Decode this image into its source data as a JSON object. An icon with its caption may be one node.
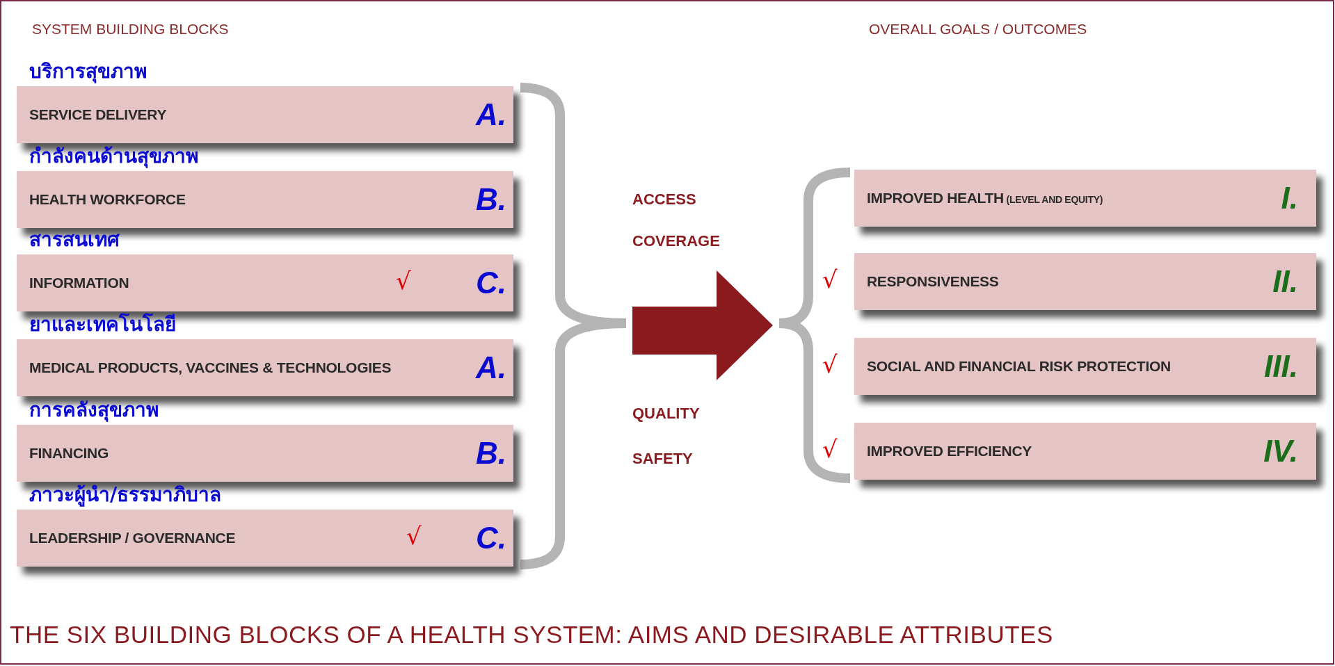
{
  "diagram": {
    "title": "THE SIX BUILDING BLOCKS OF A HEALTH SYSTEM: AIMS AND DESIRABLE ATTRIBUTES",
    "nodes": [
      {
        "text": [
          "บริการสุขภาพ",
          "SERVICE DELIVERY",
          "A."
        ]
      },
      {
        "text": [
          "กำลังคนด้านสุขภาพ",
          "HEALTH WORKFORCE",
          "B."
        ]
      },
      {
        "text": [
          "สารสนเทศ",
          "INFORMATION",
          "√",
          "C."
        ]
      },
      {
        "text": [
          "ยาและเทคโนโลยี",
          "MEDICAL PRODUCTS, VACCINES & TECHNOLOGIES",
          "A."
        ]
      },
      {
        "text": [
          "การคลังสุขภาพ",
          "FINANCING",
          "B."
        ]
      },
      {
        "text": [
          "ภาวะผู้นำ/ธรรมาภิบาล",
          "LEADERSHIP / GOVERNANCE",
          "√",
          "C."
        ]
      },
      {
        "text": [
          "IMPROVED HEALTH",
          "(LEVEL AND EQUITY)",
          "I."
        ]
      },
      {
        "text": [
          "RESPONSIVENESS",
          "II."
        ],
        "beside": [
          "√"
        ]
      },
      {
        "text": [
          "SOCIAL AND FINANCIAL RISK PROTECTION",
          "III."
        ],
        "beside": [
          "√"
        ]
      },
      {
        "text": [
          "IMPROVED EFFICIENCY",
          "IV."
        ],
        "beside": [
          "√"
        ]
      }
    ],
    "labels": [
      "SYSTEM BUILDING BLOCKS",
      "OVERALL GOALS / OUTCOMES",
      "ACCESS",
      "COVERAGE",
      "QUALITY",
      "SAFETY"
    ]
  }
}
